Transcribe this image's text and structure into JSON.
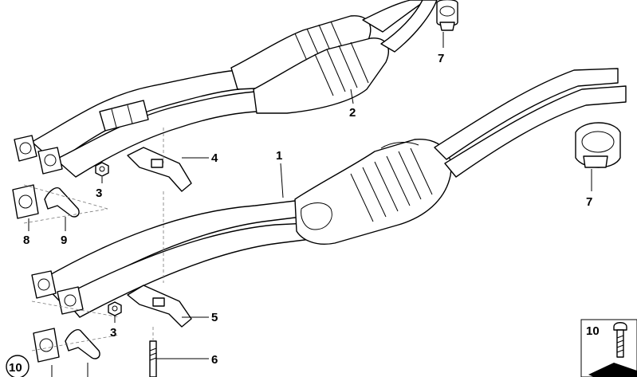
{
  "callouts": {
    "c1": "1",
    "c2": "2",
    "c3a": "3",
    "c3b": "3",
    "c4": "4",
    "c5": "5",
    "c6": "6",
    "c7a": "7",
    "c7b": "7",
    "c8": "8",
    "c9": "9",
    "c10circle": "10",
    "c10box": "10"
  }
}
